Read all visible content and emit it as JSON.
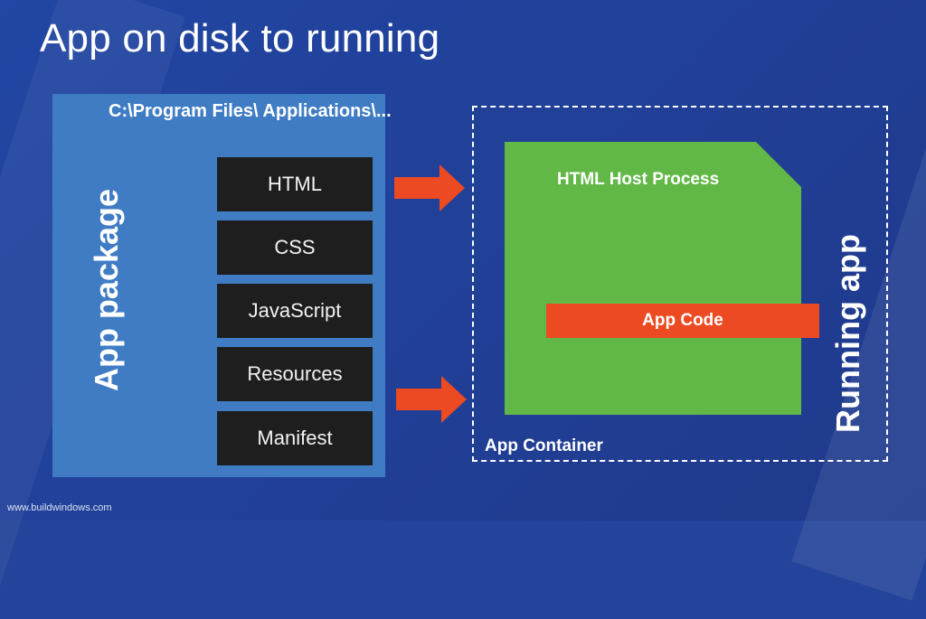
{
  "slide": {
    "title": "App on disk to running",
    "footer": "www.buildwindows.com"
  },
  "package": {
    "path": "C:\\Program Files\\ Applications\\...",
    "label": "App package",
    "files": [
      "HTML",
      "CSS",
      "JavaScript",
      "Resources",
      "Manifest"
    ]
  },
  "container": {
    "label": "App Container",
    "host_label": "HTML Host Process",
    "code_label": "App Code",
    "side_label": "Running app"
  },
  "colors": {
    "background": "#23449a",
    "package": "#3f7cc4",
    "file_box": "#1e1e1e",
    "host": "#62b846",
    "accent": "#ec4a22"
  }
}
